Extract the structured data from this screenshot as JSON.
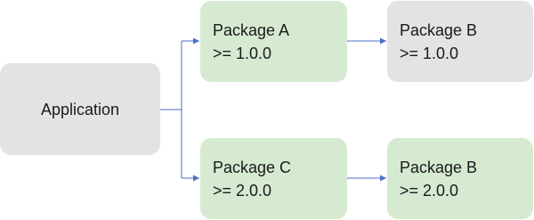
{
  "nodes": {
    "application": {
      "label": "Application"
    },
    "package_a": {
      "name": "Package A",
      "version": ">= 1.0.0"
    },
    "package_b_top": {
      "name": "Package B",
      "version": ">= 1.0.0"
    },
    "package_c": {
      "name": "Package C",
      "version": ">= 2.0.0"
    },
    "package_b_bottom": {
      "name": "Package B",
      "version": ">= 2.0.0"
    }
  },
  "colors": {
    "gray_box": "#e3e3e3",
    "green_box": "#d6ead2",
    "connector": "#4a72c4"
  }
}
